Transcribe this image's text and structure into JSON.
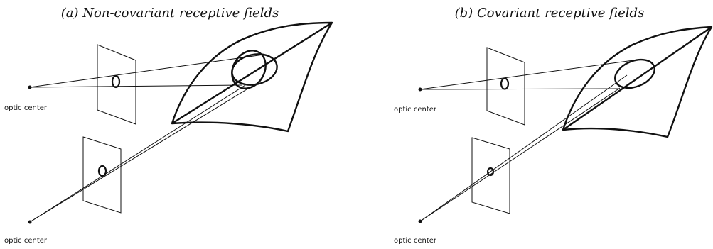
{
  "figure": {
    "panels": [
      {
        "title": "(a) Non-covariant receptive fields",
        "optic_center_labels": [
          "optic center",
          "optic center"
        ]
      },
      {
        "title": "(b) Covariant receptive fields",
        "optic_center_labels": [
          "optic center",
          "optic center"
        ]
      }
    ]
  }
}
